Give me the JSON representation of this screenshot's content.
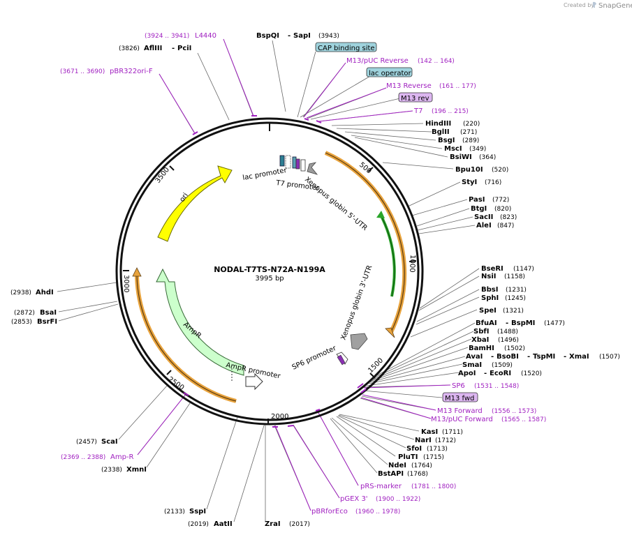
{
  "credit": {
    "text": "Created by",
    "brand": "SnapGene"
  },
  "plasmid": {
    "name": "NODAL-T7TS-N72A-N199A",
    "size": "3995 bp"
  },
  "ticks": [
    "500",
    "1000",
    "1500",
    "2000",
    "2500",
    "3000",
    "3500"
  ],
  "features": {
    "lac_promoter": "lac promoter",
    "t7_promoter": "T7 promoter",
    "xenopus_5utr": "Xenopus globin 5'-UTR",
    "xenopus_3utr": "Xenopus globin 3'-UTR",
    "sp6_promoter": "SP6 promoter",
    "ampr_promoter": "AmpR promoter",
    "ampr": "AmpR",
    "ori": "ori"
  },
  "enzymes": {
    "bspqi": "BspQI",
    "sapi": "SapI",
    "bspqi_pos": "(3943)",
    "hindiii": "HindIII",
    "hindiii_pos": "(220)",
    "bglii": "BglII",
    "bglii_pos": "(271)",
    "bsgi": "BsgI",
    "bsgi_pos": "(289)",
    "msci": "MscI",
    "msci_pos": "(349)",
    "bsiwi": "BsiWI",
    "bsiwi_pos": "(364)",
    "bpu10i": "Bpu10I",
    "bpu10i_pos": "(520)",
    "styi": "StyI",
    "styi_pos": "(716)",
    "pasi": "PasI",
    "pasi_pos": "(772)",
    "btgi": "BtgI",
    "btgi_pos": "(820)",
    "sacii": "SacII",
    "sacii_pos": "(823)",
    "alei": "AleI",
    "alei_pos": "(847)",
    "bseri": "BseRI",
    "bseri_pos": "(1147)",
    "nsii": "NsiI",
    "nsii_pos": "(1158)",
    "bbsi": "BbsI",
    "bbsi_pos": "(1231)",
    "sphi": "SphI",
    "sphi_pos": "(1245)",
    "spei": "SpeI",
    "spei_pos": "(1321)",
    "bfuai": "BfuAI",
    "bspmi": "BspMI",
    "bfuai_pos": "(1477)",
    "sbfi": "SbfI",
    "sbfi_pos": "(1488)",
    "xbai": "XbaI",
    "xbai_pos": "(1496)",
    "bamhi": "BamHI",
    "bamhi_pos": "(1502)",
    "avai": "AvaI",
    "bsobi": "BsoBI",
    "tspmi": "TspMI",
    "xmai": "XmaI",
    "avai_pos": "(1507)",
    "smai": "SmaI",
    "smai_pos": "(1509)",
    "apoi": "ApoI",
    "ecori": "EcoRI",
    "apoi_pos": "(1520)",
    "kasi": "KasI",
    "kasi_pos": "(1711)",
    "nari": "NarI",
    "nari_pos": "(1712)",
    "sfoi": "SfoI",
    "sfoi_pos": "(1713)",
    "pluti": "PluTI",
    "pluti_pos": "(1715)",
    "ndei": "NdeI",
    "ndei_pos": "(1764)",
    "bstapi": "BstAPI",
    "bstapi_pos": "(1768)",
    "zrai": "ZraI",
    "zrai_pos": "(2017)",
    "aatii": "AatII",
    "aatii_pos": "(2019)",
    "sspi": "SspI",
    "sspi_pos": "(2133)",
    "xmni": "XmnI",
    "xmni_pos": "(2338)",
    "scai": "ScaI",
    "scai_pos": "(2457)",
    "bsrfi": "BsrFI",
    "bsrfi_pos": "(2853)",
    "bsai": "BsaI",
    "bsai_pos": "(2872)",
    "ahdi": "AhdI",
    "ahdi_pos": "(2938)",
    "aflii": "AflIII",
    "pcii": "PciI",
    "aflii_pos": "(3826)"
  },
  "primers": {
    "l4440": "L4440",
    "l4440_pos": "(3924 .. 3941)",
    "pbr322": "pBR322ori-F",
    "pbr322_pos": "(3671 .. 3690)",
    "m13puc_rev": "M13/pUC Reverse",
    "m13puc_rev_pos": "(142 .. 164)",
    "m13_reverse": "M13 Reverse",
    "m13_reverse_pos": "(161 .. 177)",
    "t7": "T7",
    "t7_pos": "(196 .. 215)",
    "sp6": "SP6",
    "sp6_pos": "(1531 .. 1548)",
    "m13_forward": "M13 Forward",
    "m13_forward_pos": "(1556 .. 1573)",
    "m13puc_fwd": "M13/pUC Forward",
    "m13puc_fwd_pos": "(1565 .. 1587)",
    "prs_marker": "pRS-marker",
    "prs_marker_pos": "(1781 .. 1800)",
    "pgex3": "pGEX 3'",
    "pgex3_pos": "(1900 .. 1922)",
    "pbrforeco": "pBRforEco",
    "pbrforeco_pos": "(1960 .. 1978)",
    "ampr_primer": "Amp-R",
    "ampr_primer_pos": "(2369 .. 2388)"
  },
  "boxes": {
    "cap": "CAP binding site",
    "lac_operator": "lac operator",
    "m13rev": "M13 rev",
    "m13fwd": "M13 fwd"
  },
  "colors": {
    "backbone": "#111111",
    "ori": "#ffff00",
    "ampr": "#ccffcc",
    "orange_arc": "#e8a33d",
    "green_arc": "#2aa52a",
    "primer": "#a020c0",
    "box_teal": "#9fd3dd",
    "box_purple": "#dcb6f0"
  }
}
